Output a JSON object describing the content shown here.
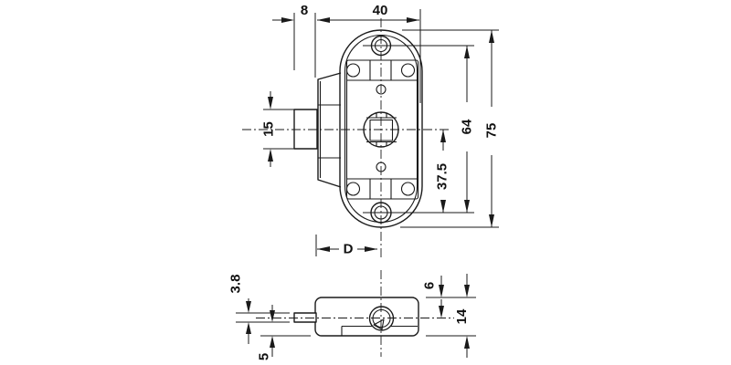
{
  "drawing": {
    "type": "technical-dimension-drawing",
    "subject": "cabinet-lock-with-latch-bolt",
    "background_color": "#ffffff",
    "line_color": "#1a1a1a",
    "views": {
      "front_view": "lock front elevation with oval plate and side profile",
      "bottom_view": "lock case seen from below"
    },
    "dimensions": {
      "front_view": {
        "latch_protrusion": "8",
        "body_width": "40",
        "latch_height": "15",
        "screw_hole_spacing": "64",
        "plate_height": "75",
        "spindle_to_screw_hole": "37.5",
        "backset": "D"
      },
      "bottom_view": {
        "latch_thickness": "3.8",
        "latch_to_case_bottom": "5",
        "case_top_to_spindle": "6",
        "case_depth": "14"
      }
    }
  }
}
